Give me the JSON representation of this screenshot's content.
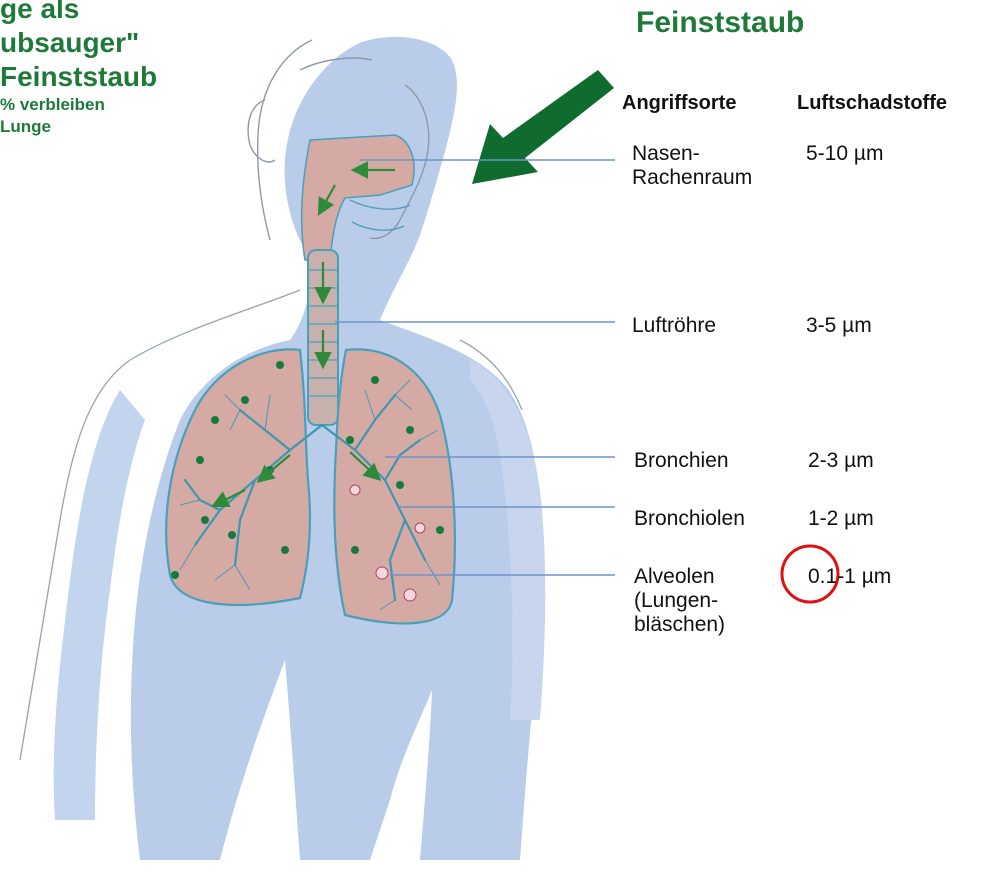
{
  "left_title": {
    "line1": "ge als",
    "line2": "ubsauger\"",
    "line3": "Feinststaub",
    "line4": "% verbleiben",
    "line5": "Lunge"
  },
  "right_title": "Feinststaub",
  "columns": {
    "site": "Angriffsorte",
    "pollutant": "Luftschadstoffe"
  },
  "rows": [
    {
      "site": "Nasen-\nRachenraum",
      "size": "5-10 µm"
    },
    {
      "site": "Luftröhre",
      "size": "3-5 µm"
    },
    {
      "site": "Bronchien",
      "size": "2-3 µm"
    },
    {
      "site": "Bronchiolen",
      "size": "1-2 µm"
    },
    {
      "site": "Alveolen\n(Lungen-\nbläschen)",
      "size": "0.1-1 µm"
    }
  ],
  "colors": {
    "title_green": "#1f7a3a",
    "arrow_green": "#0f6b2e",
    "body_blue": "#b9cdea",
    "lung_pink": "#d5aaa4",
    "airway_teal": "#4aa0b8",
    "leader_line": "#6c93c8",
    "highlight_circle": "#e01010"
  }
}
